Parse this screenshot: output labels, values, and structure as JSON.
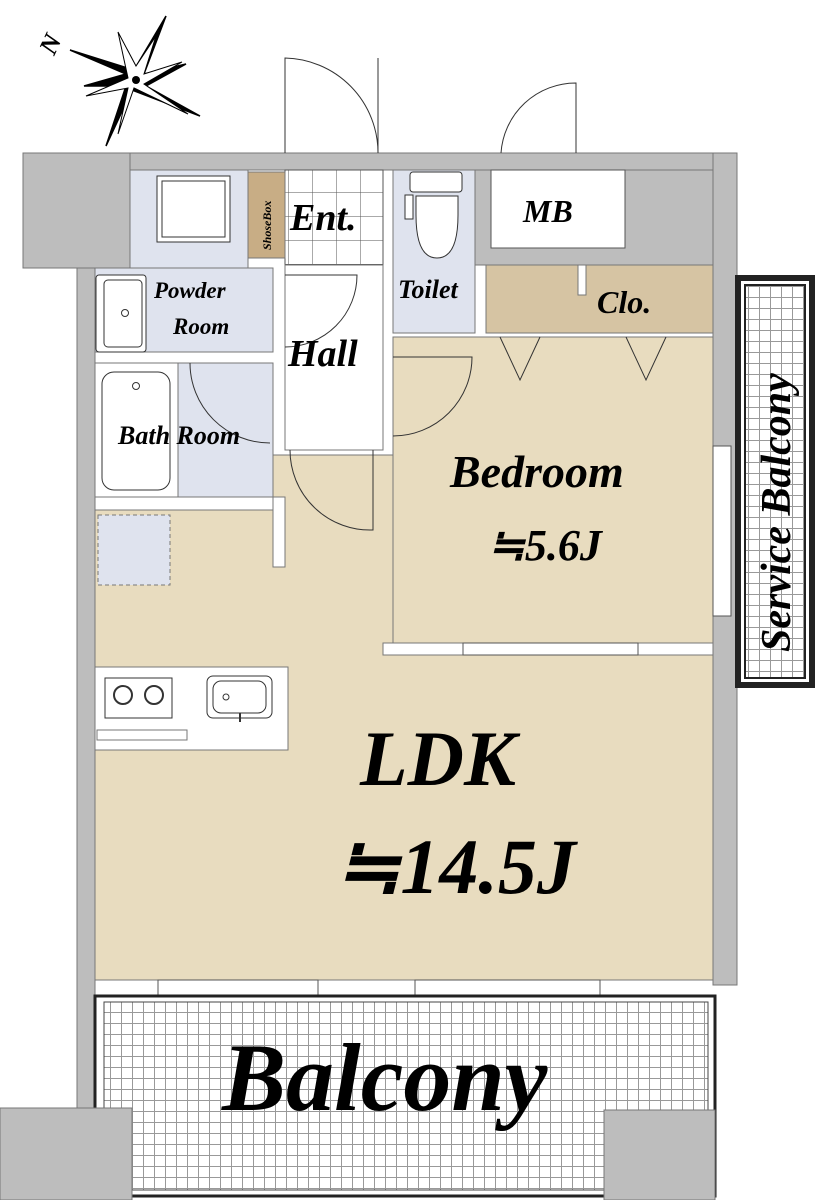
{
  "compass": {
    "north_label": "N"
  },
  "rooms": {
    "entrance": "Ent.",
    "shoe_box": "ShoseBox",
    "toilet": "Toilet",
    "meter_box": "MB",
    "closet": "Clo.",
    "powder_room_line1": "Powder",
    "powder_room_line2": "Room",
    "hall": "Hall",
    "bath_room": "Bath Room",
    "bedroom": "Bedroom",
    "bedroom_size": "≒5.6J",
    "ldk": "LDK",
    "ldk_size": "≒14.5J",
    "service_balcony": "Service Balcony",
    "balcony": "Balcony"
  },
  "colors": {
    "wall": "#bdbdbd",
    "wet_area": "#dfe3ee",
    "living": "#e8dcbf",
    "closet": "#d6c4a3",
    "shoe_box": "#c8ad85"
  }
}
